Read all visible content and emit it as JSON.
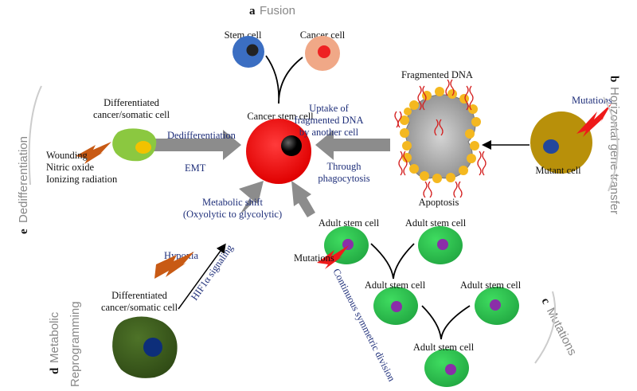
{
  "sections": {
    "a": {
      "letter": "a",
      "title": "Fusion"
    },
    "b": {
      "letter": "b",
      "title": "Horizontal gene transfer"
    },
    "c": {
      "letter": "c",
      "title": "Mutations"
    },
    "d": {
      "letter": "d",
      "title_line1": "Metabolic",
      "title_line2": "Reprogramming"
    },
    "e": {
      "letter": "e",
      "title": "Dedifferentiation"
    }
  },
  "fusion": {
    "stem_cell": "Stem cell",
    "cancer_cell": "Cancer cell"
  },
  "center": {
    "label": "Cancer stem cell"
  },
  "dediff": {
    "cell_label_1": "Differentiated",
    "cell_label_2": "cancer/somatic cell",
    "triggers": [
      "Wounding",
      "Nitric oxide",
      "Ionizing radiation"
    ],
    "arrow_label_top": "Dedifferentiation",
    "arrow_label_bottom": "EMT"
  },
  "hgt": {
    "fragmented_dna": "Fragmented DNA",
    "apoptosis": "Apoptosis",
    "uptake_1": "Uptake of",
    "uptake_2": "fragmented DNA",
    "uptake_3": "by another cell",
    "through_1": "Through",
    "through_2": "phagocytosis",
    "mutant_cell": "Mutant cell",
    "mutations": "Mutations"
  },
  "metabolic": {
    "shift_1": "Metabolic shift",
    "shift_2": "(Oxyolytic to glycolytic)",
    "hypoxia": "Hypoxia",
    "hif": "HIF1α signaling",
    "cell_label_1": "Differentiated",
    "cell_label_2": "cancer/somatic cell"
  },
  "mutation_path": {
    "adult_stem_cell": "Adult stem cell",
    "mutations": "Mutations",
    "continuous": "Continuous symmetric division"
  },
  "colors": {
    "cancer_stem": "#ee1111",
    "green_cell": "#2ec44f",
    "dark_cell": "#3c5a1e",
    "mutant_cell": "#b8900a",
    "arrow_grey": "#8c8c8c",
    "lightning": "#c85a14",
    "label_blue": "#1f2f7a"
  }
}
